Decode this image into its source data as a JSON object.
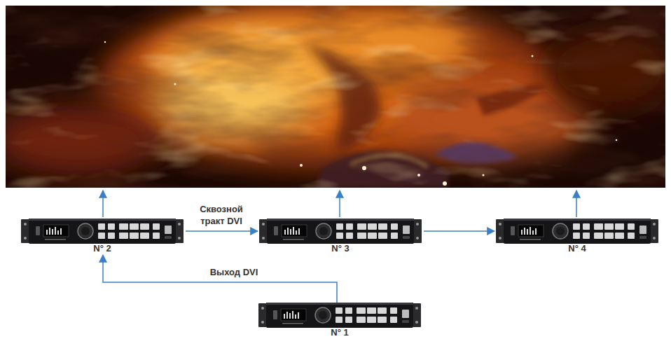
{
  "diagram": {
    "nodes": [
      {
        "text": [
          "N° 2"
        ]
      },
      {
        "text": [
          "N° 3"
        ]
      },
      {
        "text": [
          "N° 4"
        ]
      },
      {
        "text": [
          "N° 1"
        ]
      }
    ],
    "edges": [
      {
        "from": 0,
        "to": 1,
        "arrow": "to",
        "label": "Сквозной тракт DVI"
      },
      {
        "from": 1,
        "to": 2,
        "arrow": "to"
      },
      {
        "from": 3,
        "to": 0,
        "arrow": "to",
        "label": "Выход DVI"
      }
    ]
  }
}
